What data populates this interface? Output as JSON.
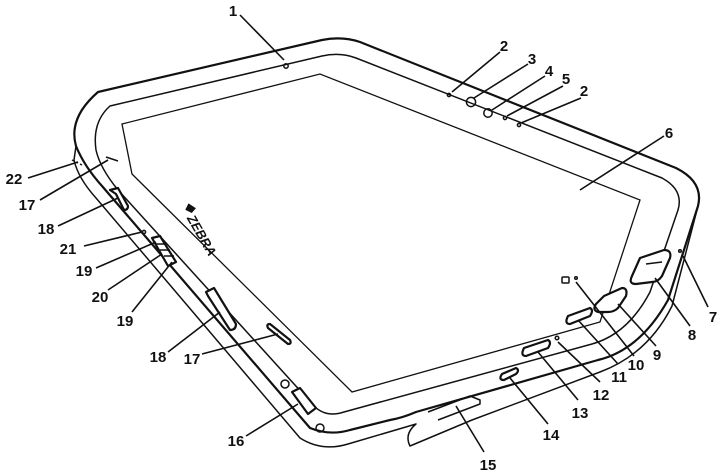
{
  "device": {
    "brand_logo_text": "ZEBRA"
  },
  "callouts": [
    {
      "id": "c1",
      "number": "1"
    },
    {
      "id": "c2a",
      "number": "2"
    },
    {
      "id": "c3",
      "number": "3"
    },
    {
      "id": "c4",
      "number": "4"
    },
    {
      "id": "c5",
      "number": "5"
    },
    {
      "id": "c2b",
      "number": "2"
    },
    {
      "id": "c6",
      "number": "6"
    },
    {
      "id": "c7",
      "number": "7"
    },
    {
      "id": "c8",
      "number": "8"
    },
    {
      "id": "c9",
      "number": "9"
    },
    {
      "id": "c10",
      "number": "10"
    },
    {
      "id": "c11",
      "number": "11"
    },
    {
      "id": "c12",
      "number": "12"
    },
    {
      "id": "c13",
      "number": "13"
    },
    {
      "id": "c14",
      "number": "14"
    },
    {
      "id": "c15",
      "number": "15"
    },
    {
      "id": "c16",
      "number": "16"
    },
    {
      "id": "c17a",
      "number": "17"
    },
    {
      "id": "c18a",
      "number": "18"
    },
    {
      "id": "c19a",
      "number": "19"
    },
    {
      "id": "c20",
      "number": "20"
    },
    {
      "id": "c19b",
      "number": "19"
    },
    {
      "id": "c21",
      "number": "21"
    },
    {
      "id": "c18b",
      "number": "18"
    },
    {
      "id": "c17b",
      "number": "17"
    },
    {
      "id": "c22",
      "number": "22"
    }
  ]
}
